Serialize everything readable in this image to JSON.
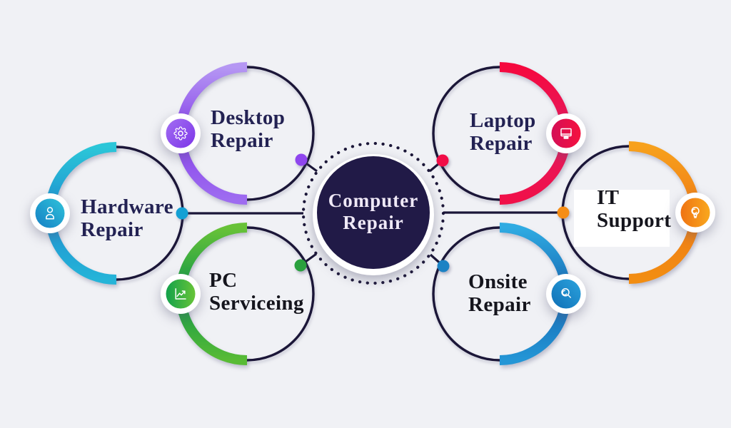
{
  "title": "Computer Repair infographic",
  "theme": {
    "background": "#f0f1f5",
    "outline": "#1b1638",
    "center_fill": "#211a47",
    "center_text_color": "#efe9f7",
    "label_navy": "#232253",
    "label_black": "#15151d"
  },
  "center": {
    "label_line1": "Computer",
    "label_line2": "Repair"
  },
  "nodes": [
    {
      "id": "desktop-repair",
      "label_line1": "Desktop",
      "label_line2": "Repair",
      "icon": "gear-icon",
      "dot": "#8f46ee",
      "arc": [
        "#b597f3",
        "#8742ea",
        "#9e6cf0"
      ],
      "badge": [
        "#a26ef2",
        "#7c35e8"
      ]
    },
    {
      "id": "laptop-repair",
      "label_line1": "Laptop",
      "label_line2": "Repair",
      "icon": "monitor-icon",
      "dot": "#f10d47",
      "arc": [
        "#f5093e",
        "#e51a5f",
        "#f01049"
      ],
      "badge": [
        "#d40e56",
        "#f5123f"
      ]
    },
    {
      "id": "hardware-repair",
      "label_line1": "Hardware",
      "label_line2": "Repair",
      "icon": "person-icon",
      "dot": "#14a0d4",
      "arc": [
        "#2bc6d8",
        "#1d8fd0",
        "#25b4d8"
      ],
      "badge": [
        "#2fc3da",
        "#147fc4"
      ]
    },
    {
      "id": "it-support",
      "label_line1": "IT",
      "label_line2": "Support",
      "icon": "lightbulb-icon",
      "dot": "#f68d15",
      "arc": [
        "#f7a11d",
        "#f07c15",
        "#f28d12"
      ],
      "badge": [
        "#ef7312",
        "#f9a81e"
      ]
    },
    {
      "id": "pc-serviceing",
      "label_line1": "PC",
      "label_line2": "Serviceing",
      "icon": "chart-icon",
      "dot": "#2aa03e",
      "arc": [
        "#68c238",
        "#0f9747",
        "#58bb35"
      ],
      "badge": [
        "#13a14b",
        "#67c438"
      ]
    },
    {
      "id": "onsite-repair",
      "label_line1": "Onsite",
      "label_line2": "Repair",
      "icon": "magnifier-icon",
      "dot": "#1b82c4",
      "arc": [
        "#2fabe2",
        "#1668b2",
        "#2496d6"
      ],
      "badge": [
        "#2ba3dd",
        "#0f6fb6"
      ]
    }
  ]
}
